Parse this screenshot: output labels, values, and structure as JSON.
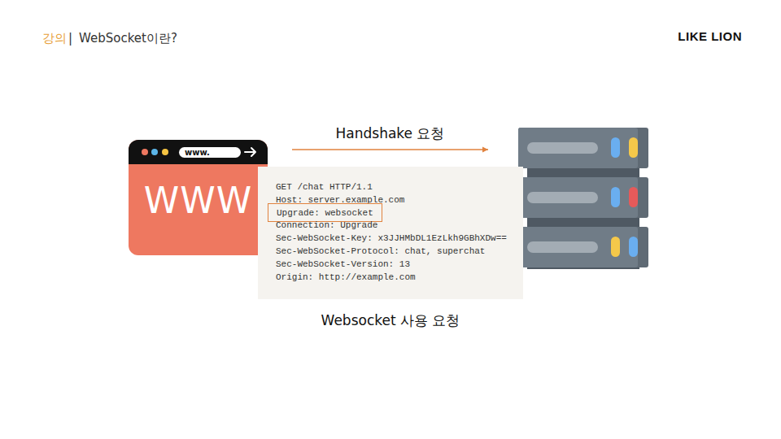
{
  "diagram": {
    "title": "WebSocket이란?",
    "caption": "Websocket 사용 요청",
    "nodes": [
      {
        "text": [
          "WWW"
        ]
      },
      {
        "text": [
          "www."
        ],
        "in": 0
      },
      {
        "text": [
          "GET /chat HTTP/1.1",
          "Host: server.example.com",
          "Connection: Upgrade",
          "Sec-WebSocket-Key: x3JJHMbDL1EzLkh9GBhXDw==",
          "Sec-WebSocket-Protocol: chat, superchat",
          "Sec-WebSocket-Version: 13",
          "Origin: http://example.com"
        ]
      },
      {
        "text": [
          "Upgrade: websocket"
        ],
        "in": 2
      }
    ],
    "labels": [
      "강의",
      "|",
      "LIKE LION",
      "Handshake 요청"
    ]
  }
}
